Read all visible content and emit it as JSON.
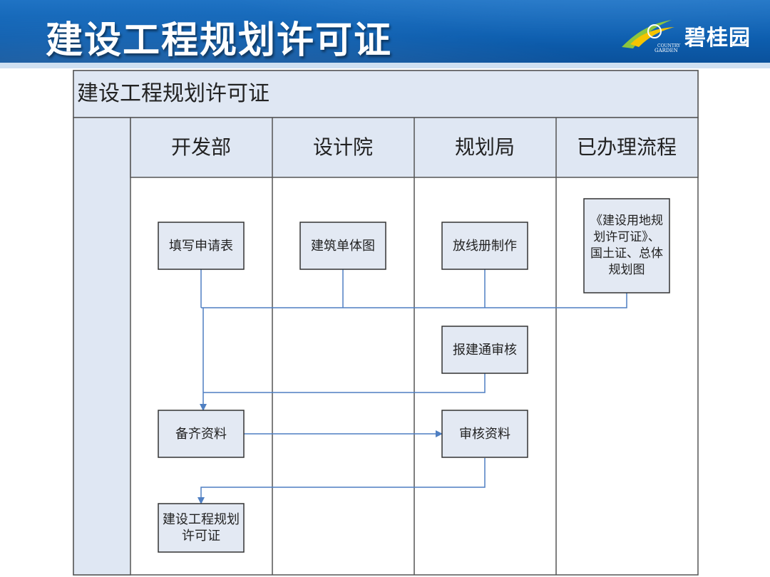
{
  "header": {
    "title": "建设工程规划许可证",
    "logo_text": "碧桂园",
    "logo_small_1": "COUNTRY",
    "logo_small_2": "GARDEN"
  },
  "diagram": {
    "title": "建设工程规划许可证",
    "lanes": [
      "开发部",
      "设计院",
      "规划局",
      "已办理流程"
    ],
    "nodes": {
      "fill_application": "填写申请表",
      "building_drawing": "建筑单体图",
      "setout_book": "放线册制作",
      "existing_docs": "《建设用地规划许可证》、国土证、总体规划图",
      "report_review": "报建通审核",
      "prepare_docs": "备齐资料",
      "review_docs": "审核资料",
      "final_permit": "建设工程规划许可证"
    },
    "edges": [
      {
        "from": "fill_application",
        "to": "prepare_docs"
      },
      {
        "from": "building_drawing",
        "to": "prepare_docs"
      },
      {
        "from": "setout_book",
        "to": "prepare_docs"
      },
      {
        "from": "existing_docs",
        "to": "prepare_docs"
      },
      {
        "from": "report_review",
        "to": "prepare_docs"
      },
      {
        "from": "prepare_docs",
        "to": "review_docs"
      },
      {
        "from": "review_docs",
        "to": "final_permit"
      }
    ],
    "colors": {
      "frame_fill": "#dfe7f3",
      "node_fill": "#e3e9f3",
      "connector": "#4f7fc2"
    }
  }
}
